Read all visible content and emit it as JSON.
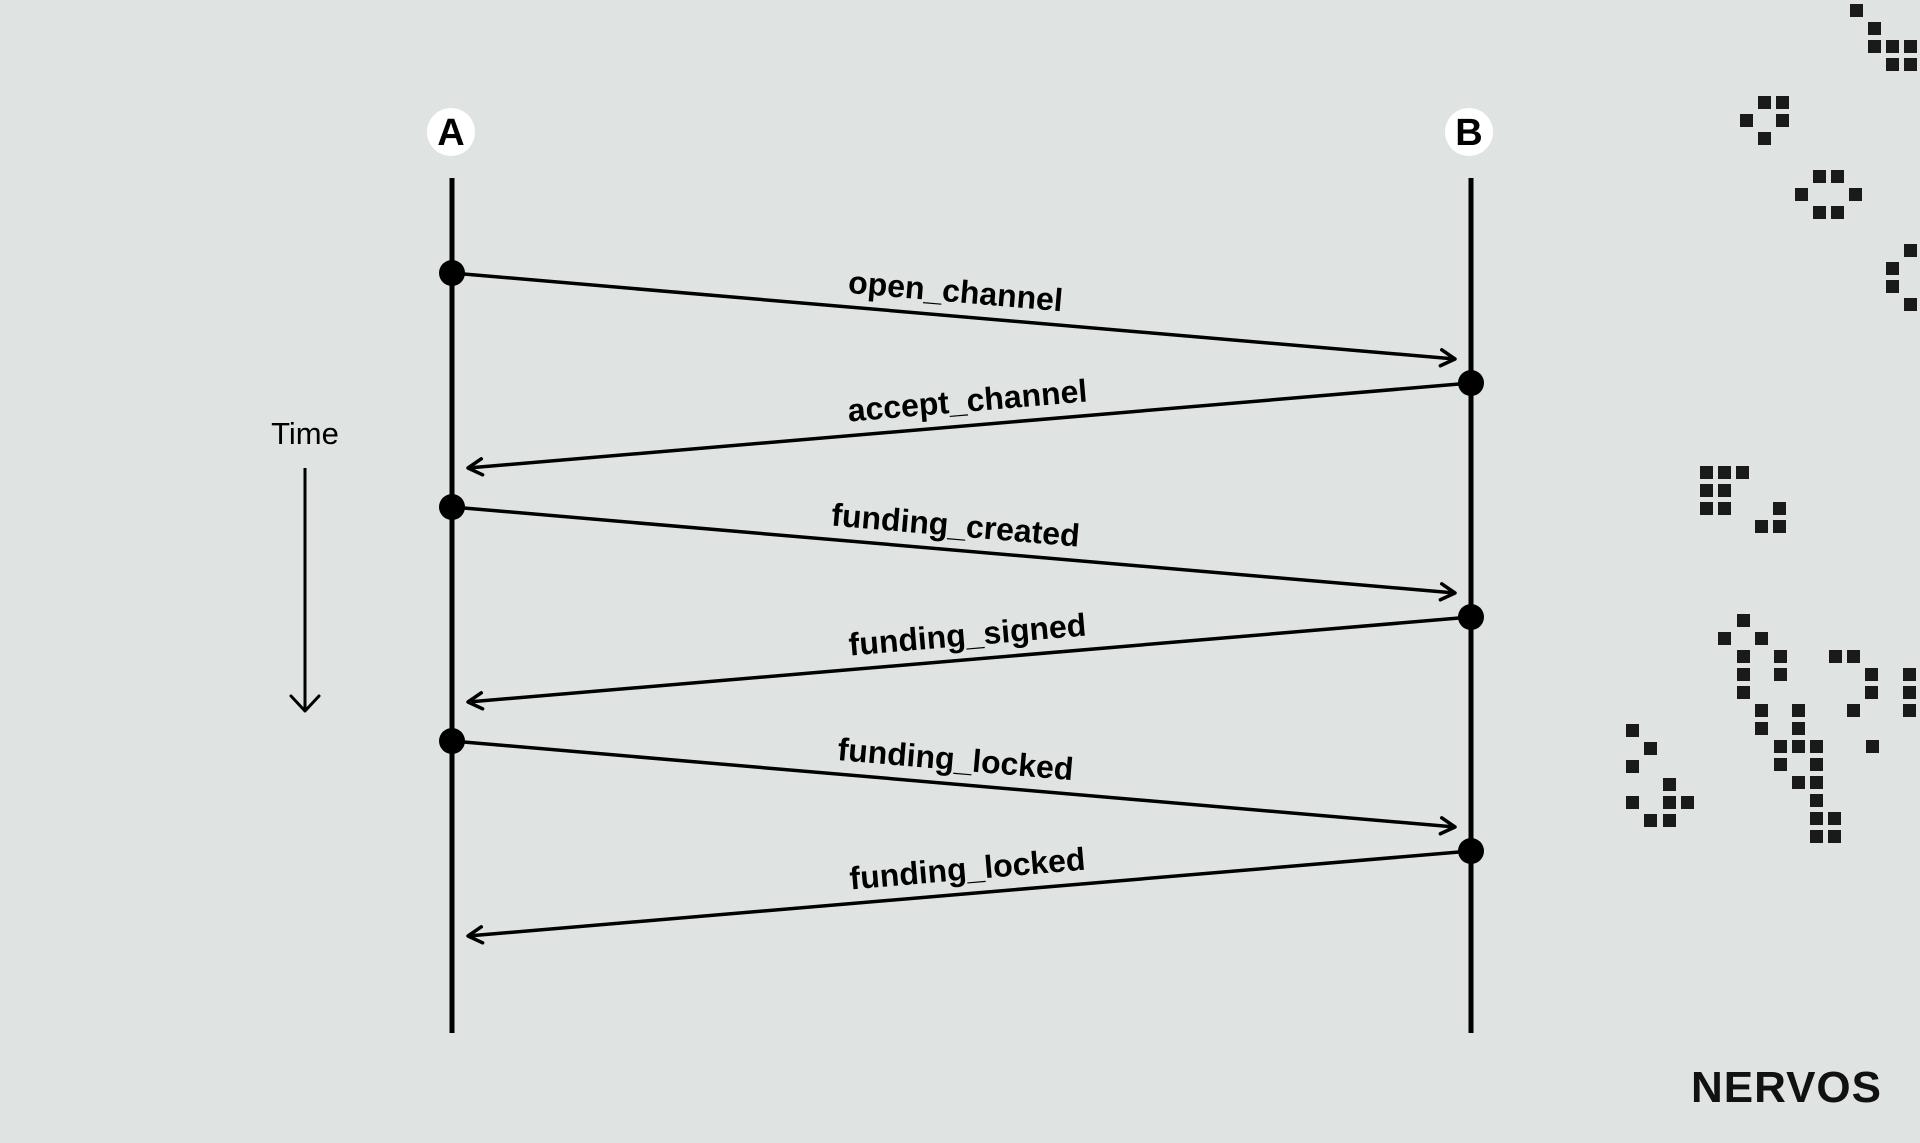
{
  "parties": {
    "left": "A",
    "right": "B"
  },
  "time_label": "Time",
  "messages": [
    {
      "label": "open_channel",
      "direction": "A-to-B"
    },
    {
      "label": "accept_channel",
      "direction": "B-to-A"
    },
    {
      "label": "funding_created",
      "direction": "A-to-B"
    },
    {
      "label": "funding_signed",
      "direction": "B-to-A"
    },
    {
      "label": "funding_locked",
      "direction": "A-to-B"
    },
    {
      "label": "funding_locked",
      "direction": "B-to-A"
    }
  ],
  "brand": {
    "name": "NERVOS"
  },
  "colors": {
    "background": "#dfe4e3",
    "ink": "#000000"
  }
}
